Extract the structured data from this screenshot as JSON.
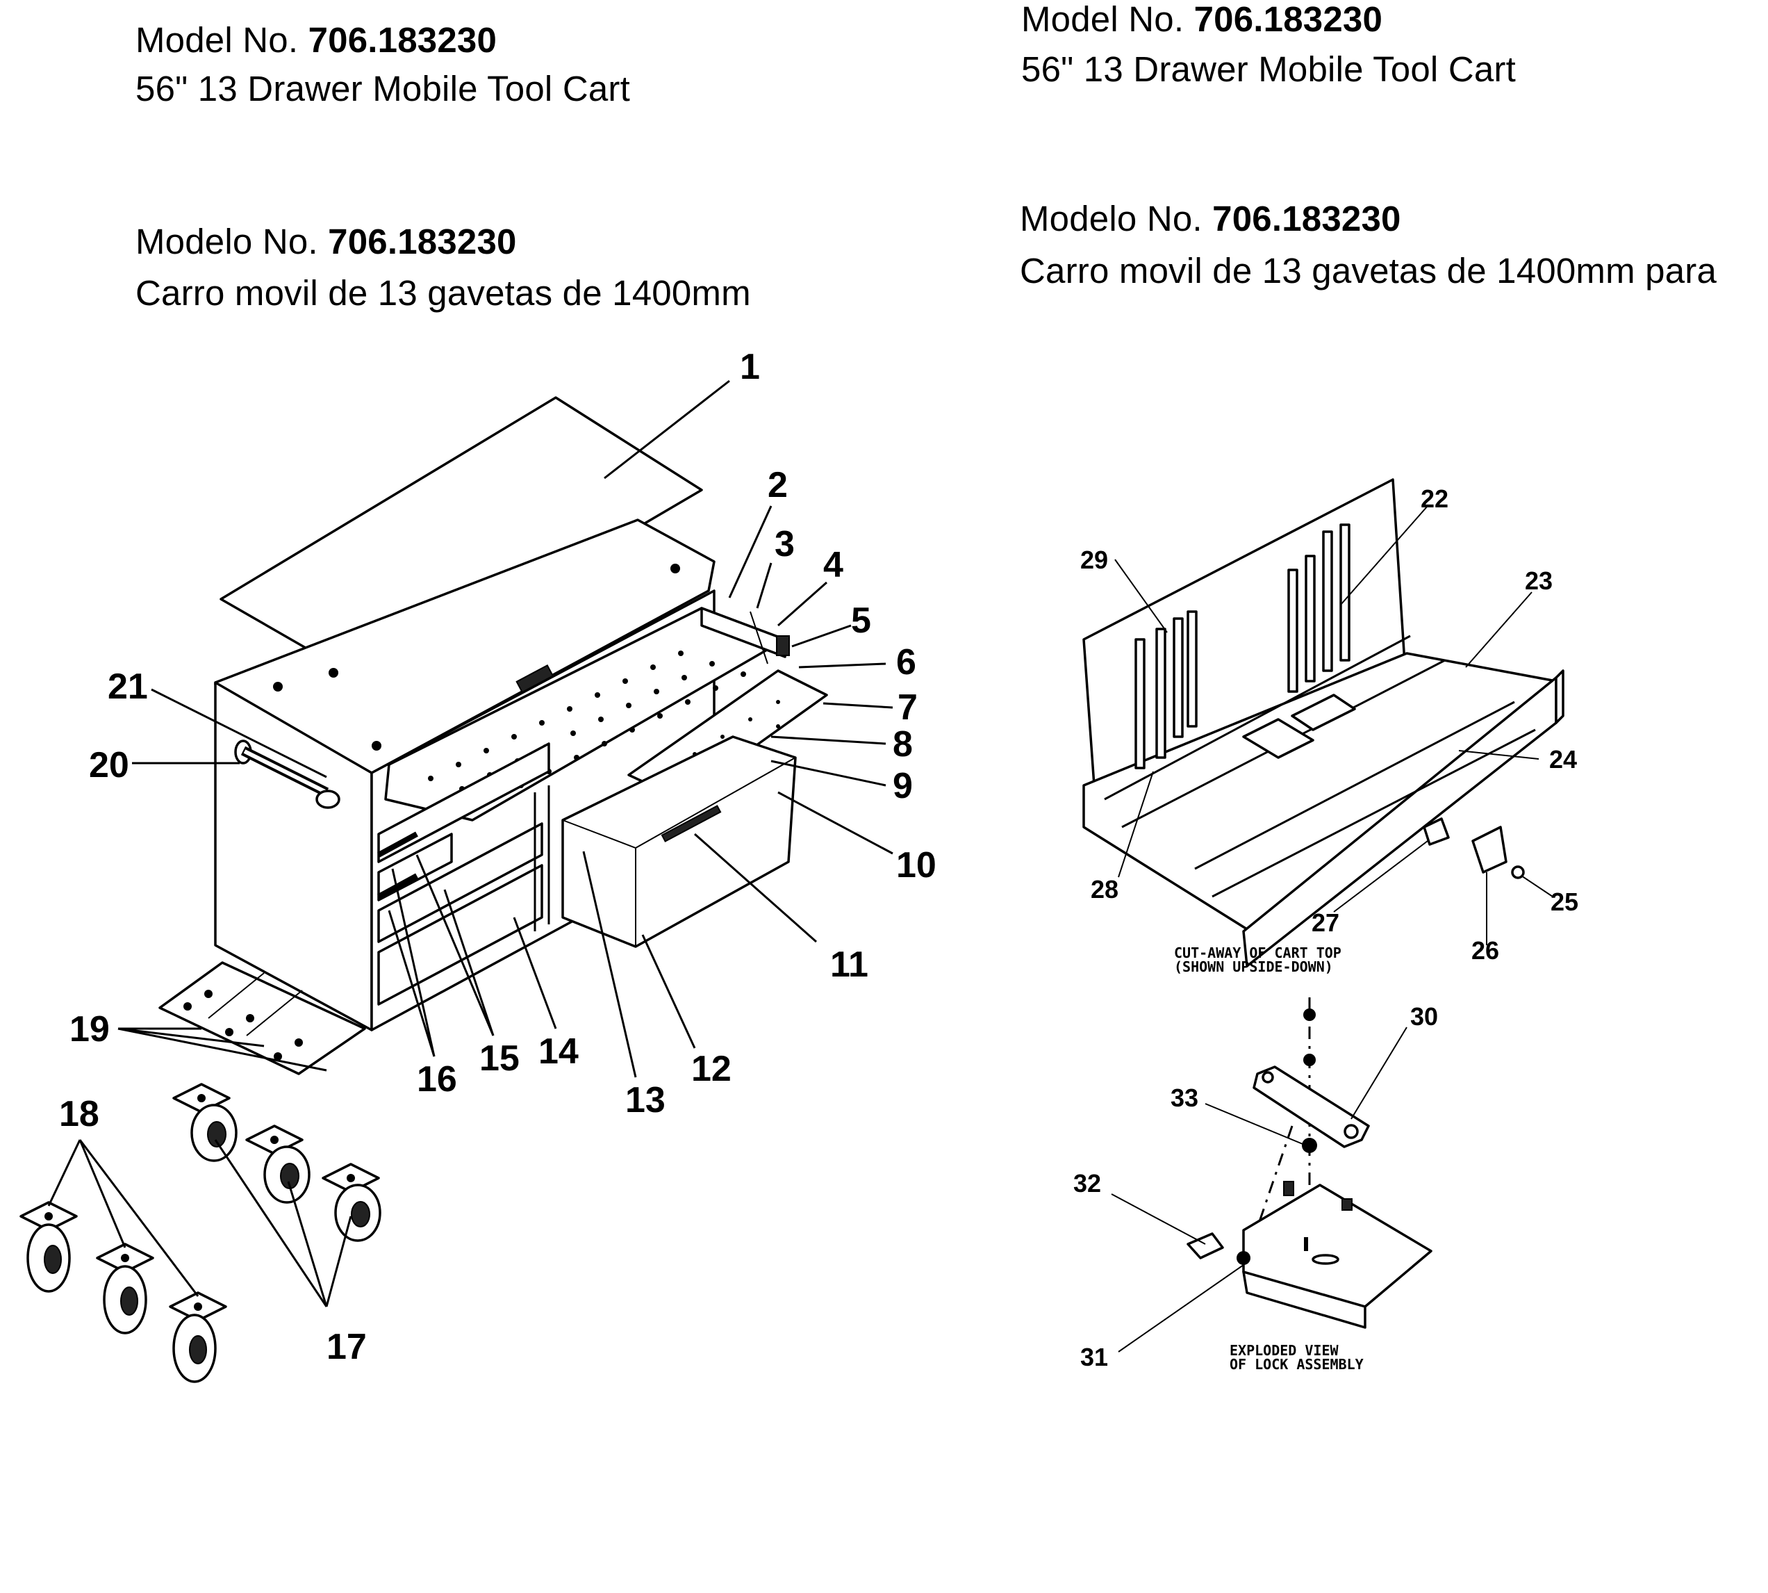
{
  "headers": {
    "left_en_model_prefix": "Model No. ",
    "left_en_model_number": "706.183230",
    "left_en_description": "56\" 13 Drawer Mobile Tool Cart",
    "left_es_model_prefix": "Modelo No. ",
    "left_es_model_number": "706.183230",
    "left_es_description": "Carro movil de 13 gavetas de 1400mm",
    "right_en_model_prefix": "Model No. ",
    "right_en_model_number": "706.183230",
    "right_en_description": "56\" 13 Drawer Mobile Tool Cart",
    "right_es_model_prefix": "Modelo No. ",
    "right_es_model_number": "706.183230",
    "right_es_description": "Carro movil de 13 gavetas de 1400mm para"
  },
  "callouts": {
    "c1": "1",
    "c2": "2",
    "c3": "3",
    "c4": "4",
    "c5": "5",
    "c6": "6",
    "c7": "7",
    "c8": "8",
    "c9": "9",
    "c10": "10",
    "c11": "11",
    "c12": "12",
    "c13": "13",
    "c14": "14",
    "c15": "15",
    "c16": "16",
    "c17": "17",
    "c18": "18",
    "c19": "19",
    "c20": "20",
    "c21": "21",
    "c22": "22",
    "c23": "23",
    "c24": "24",
    "c25": "25",
    "c26": "26",
    "c27": "27",
    "c28": "28",
    "c29": "29",
    "c30": "30",
    "c31": "31",
    "c32": "32",
    "c33": "33"
  },
  "captions": {
    "cutaway_line1": "CUT-AWAY OF CART TOP",
    "cutaway_line2": "(SHOWN UPSIDE-DOWN)",
    "exploded_line1": "EXPLODED VIEW",
    "exploded_line2": "OF LOCK ASSEMBLY"
  }
}
